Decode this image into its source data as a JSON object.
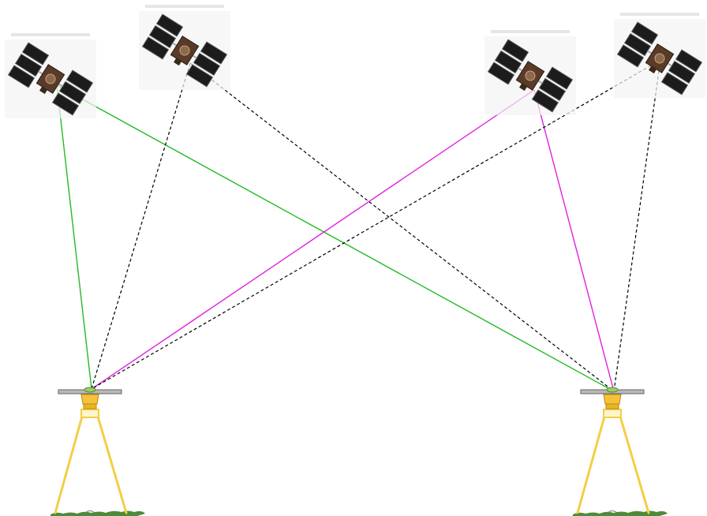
{
  "diagram": {
    "satellites": [
      {
        "id": "sat-1"
      },
      {
        "id": "sat-2"
      },
      {
        "id": "sat-3"
      },
      {
        "id": "sat-4"
      }
    ],
    "receivers": [
      {
        "id": "receiver-left"
      },
      {
        "id": "receiver-right"
      }
    ],
    "links": [
      {
        "from": "sat-1",
        "to": "receiver-left",
        "style": "solid",
        "color": "#22bb22"
      },
      {
        "from": "sat-1",
        "to": "receiver-right",
        "style": "solid",
        "color": "#22bb22"
      },
      {
        "from": "sat-2",
        "to": "receiver-left",
        "style": "dashed",
        "color": "#000000"
      },
      {
        "from": "sat-2",
        "to": "receiver-right",
        "style": "dashed",
        "color": "#000000"
      },
      {
        "from": "sat-3",
        "to": "receiver-left",
        "style": "solid",
        "color": "#e020e0"
      },
      {
        "from": "sat-3",
        "to": "receiver-right",
        "style": "solid",
        "color": "#e020e0"
      },
      {
        "from": "sat-4",
        "to": "receiver-left",
        "style": "dashed",
        "color": "#000000"
      },
      {
        "from": "sat-4",
        "to": "receiver-right",
        "style": "dashed",
        "color": "#000000"
      }
    ],
    "colors": {
      "tripod": "#f2cf45",
      "receiver_head": "#f5c23a",
      "antenna_plate": "#b8b8b8",
      "ground": "#4e8a3a",
      "satellite_panel": "#1c1c1c",
      "satellite_body": "#5a3a28"
    }
  }
}
